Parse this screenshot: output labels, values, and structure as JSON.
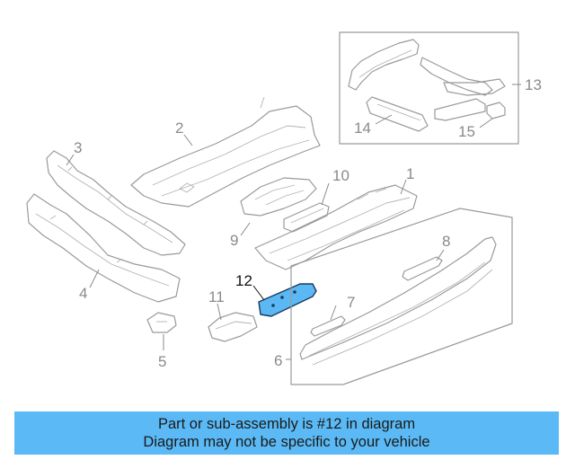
{
  "diagram": {
    "callouts": [
      {
        "id": "c1",
        "label": "1"
      },
      {
        "id": "c2",
        "label": "2"
      },
      {
        "id": "c3",
        "label": "3"
      },
      {
        "id": "c4",
        "label": "4"
      },
      {
        "id": "c5",
        "label": "5"
      },
      {
        "id": "c6",
        "label": "6"
      },
      {
        "id": "c7",
        "label": "7"
      },
      {
        "id": "c8",
        "label": "8"
      },
      {
        "id": "c9",
        "label": "9"
      },
      {
        "id": "c10",
        "label": "10"
      },
      {
        "id": "c11",
        "label": "11"
      },
      {
        "id": "c12",
        "label": "12"
      },
      {
        "id": "c13",
        "label": "13"
      },
      {
        "id": "c14",
        "label": "14"
      },
      {
        "id": "c15",
        "label": "15"
      }
    ],
    "highlighted_part": "12",
    "highlight_color": "#5bb8f5",
    "line_color": "#9a9a9a"
  },
  "banner": {
    "line1": "Part or sub-assembly is #12 in diagram",
    "line2": "Diagram may not be specific to your vehicle",
    "background": "#5bbaf6"
  }
}
